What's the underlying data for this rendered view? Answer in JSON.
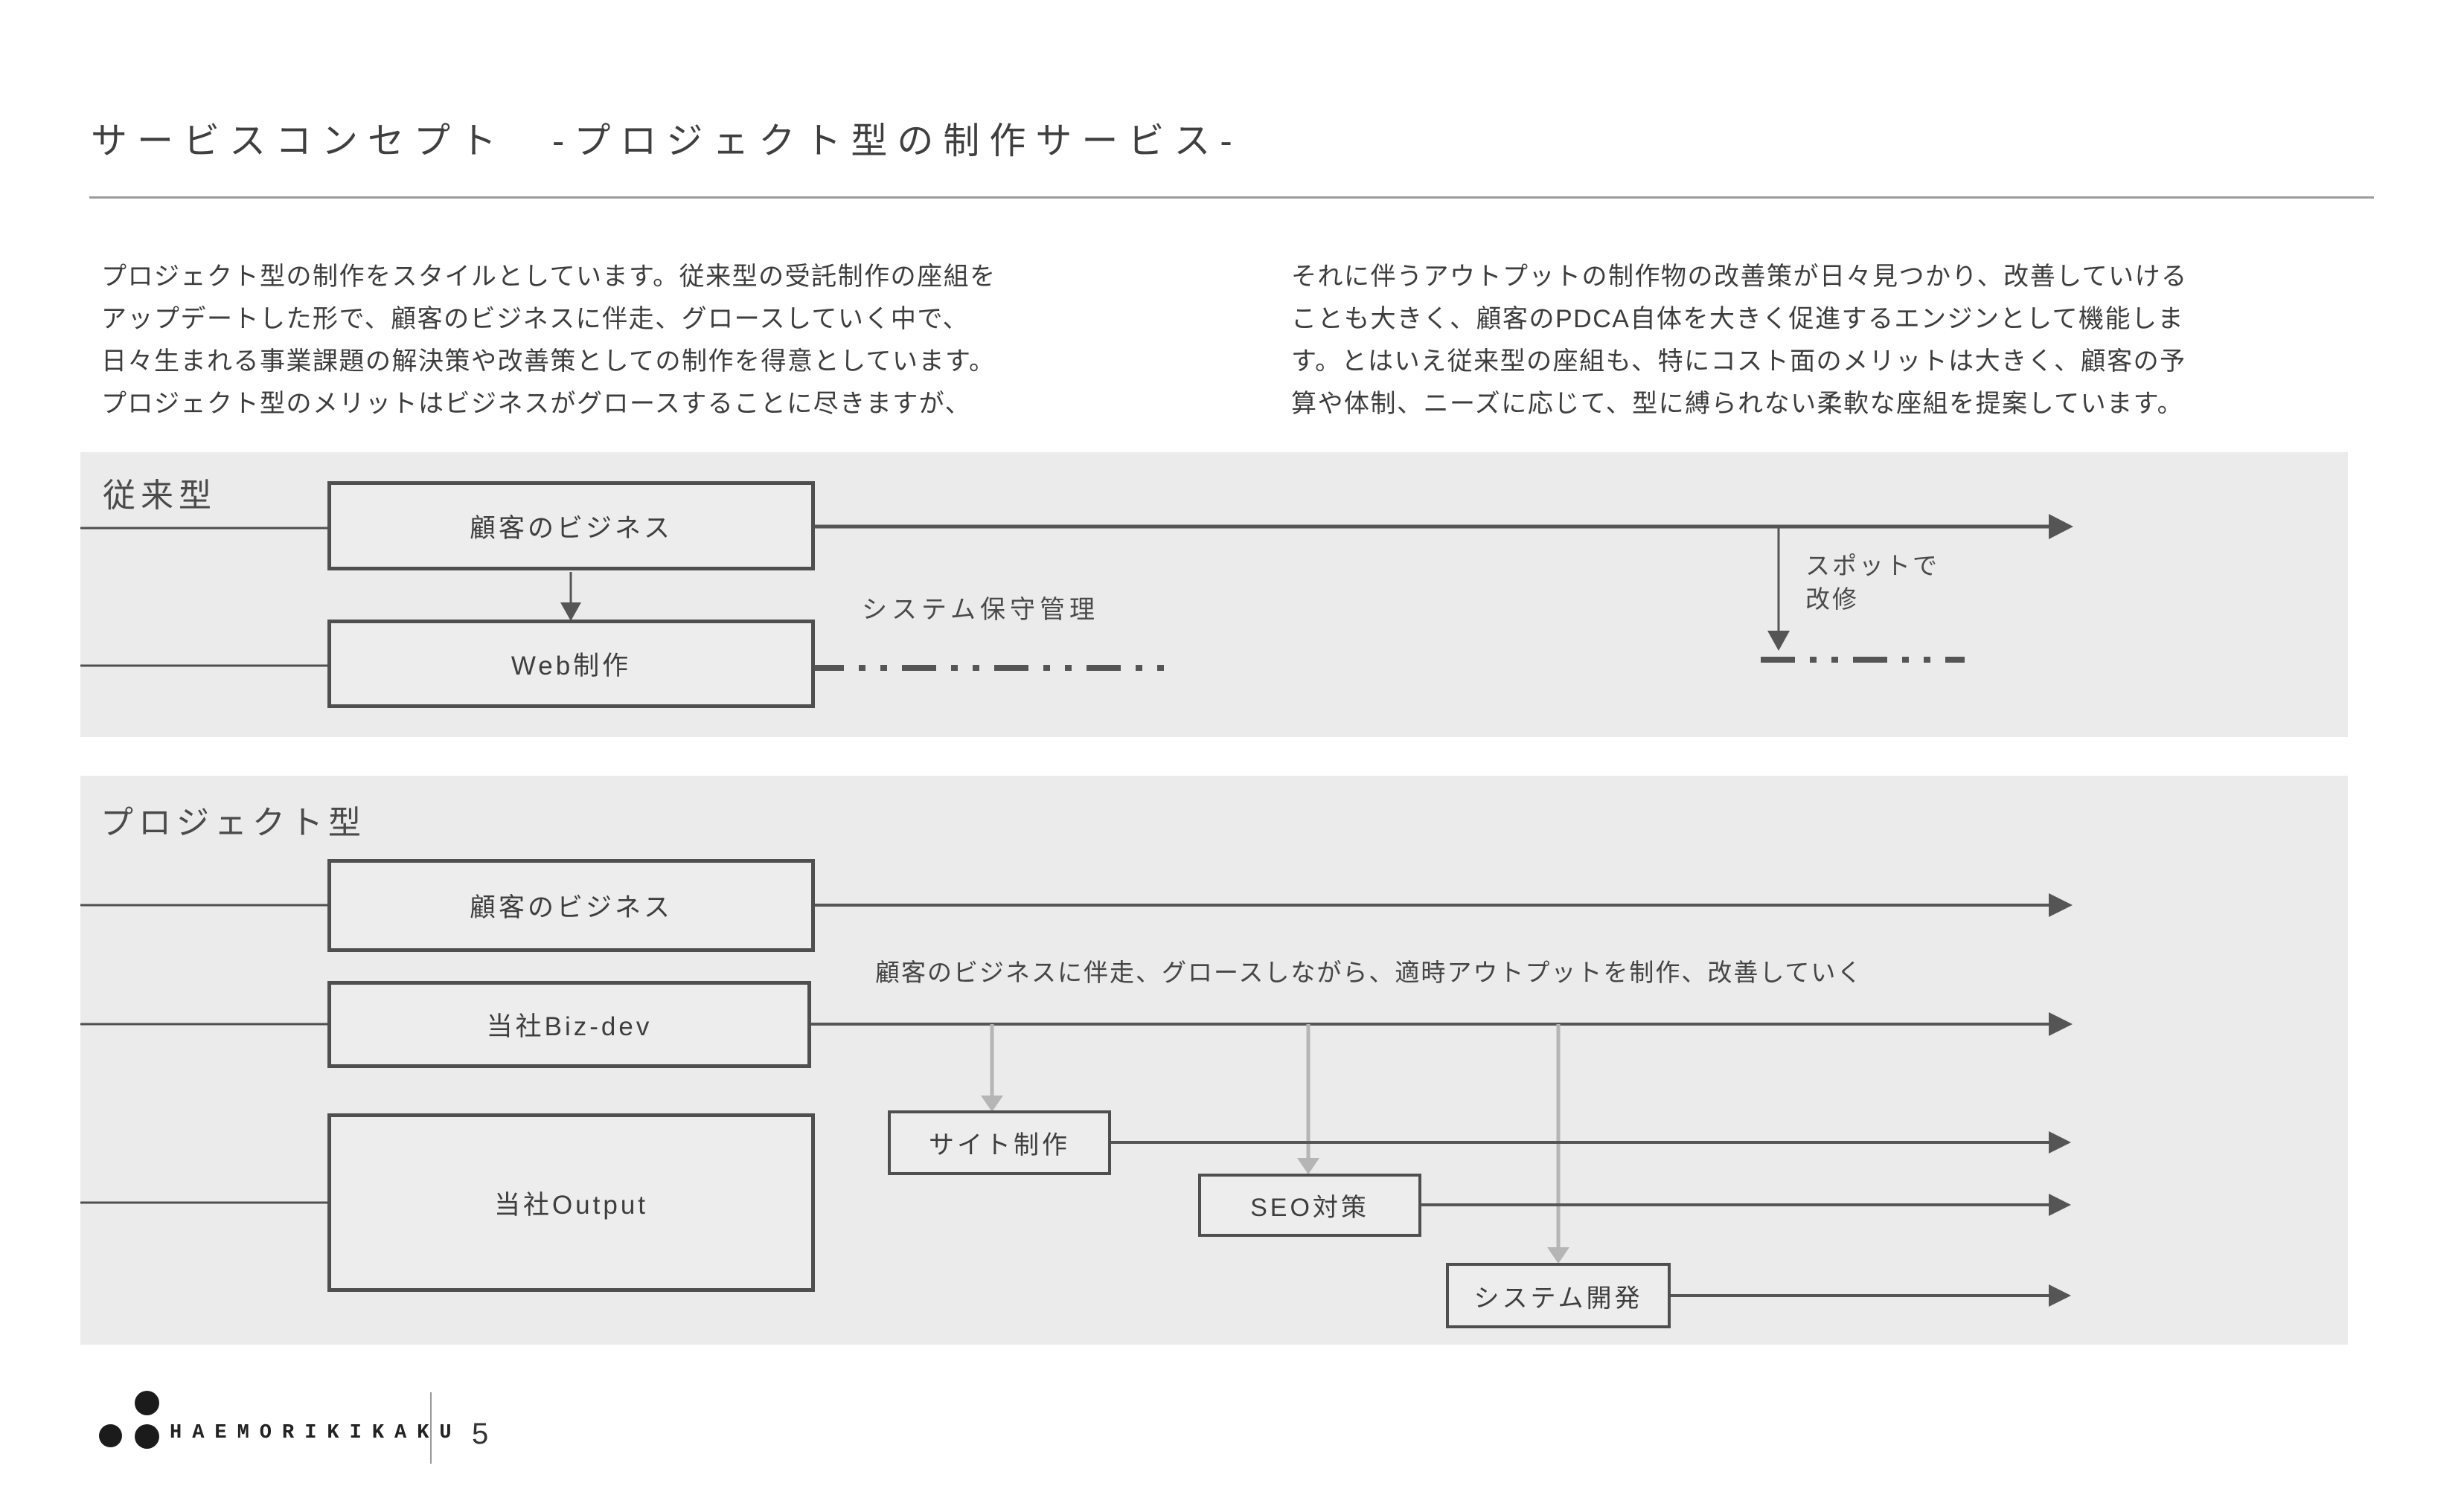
{
  "title": "サービスコンセプト　-プロジェクト型の制作サービス-",
  "intro": {
    "left": "プロジェクト型の制作をスタイルとしています。従来型の受託制作の座組を\nアップデートした形で、顧客のビジネスに伴走、グロースしていく中で、\n日々生まれる事業課題の解決策や改善策としての制作を得意としています。\nプロジェクト型のメリットはビジネスがグロースすることに尽きますが、",
    "right": "それに伴うアウトプットの制作物の改善策が日々見つかり、改善していける\nことも大きく、顧客のPDCA自体を大きく促進するエンジンとして機能しま\nす。とはいえ従来型の座組も、特にコスト面のメリットは大きく、顧客の予\n算や体制、ニーズに応じて、型に縛られない柔軟な座組を提案しています。"
  },
  "conventional": {
    "label": "従来型",
    "boxes": {
      "customer": "顧客のビジネス",
      "web": "Web制作"
    },
    "annotations": {
      "maintenance": "システム保守管理",
      "spot": "スポットで\n改修"
    }
  },
  "project": {
    "label": "プロジェクト型",
    "caption": "顧客のビジネスに伴走、グロースしながら、適時アウトプットを制作、改善していく",
    "boxes": {
      "customer": "顧客のビジネス",
      "bizdev": "当社Biz-dev",
      "output": "当社Output",
      "site": "サイト制作",
      "seo": "SEO対策",
      "system": "システム開発"
    }
  },
  "footer": {
    "brand": "HAEMORIKIKAKU",
    "page": "5"
  },
  "colors": {
    "section_bg": "#ebebeb",
    "box_fill": "#ededed",
    "box_border": "#4f4f4f",
    "line_dark": "#555555",
    "line_gray": "#b5b5b5",
    "rule": "#9c9c9c",
    "logo": "#1b1b1b"
  }
}
